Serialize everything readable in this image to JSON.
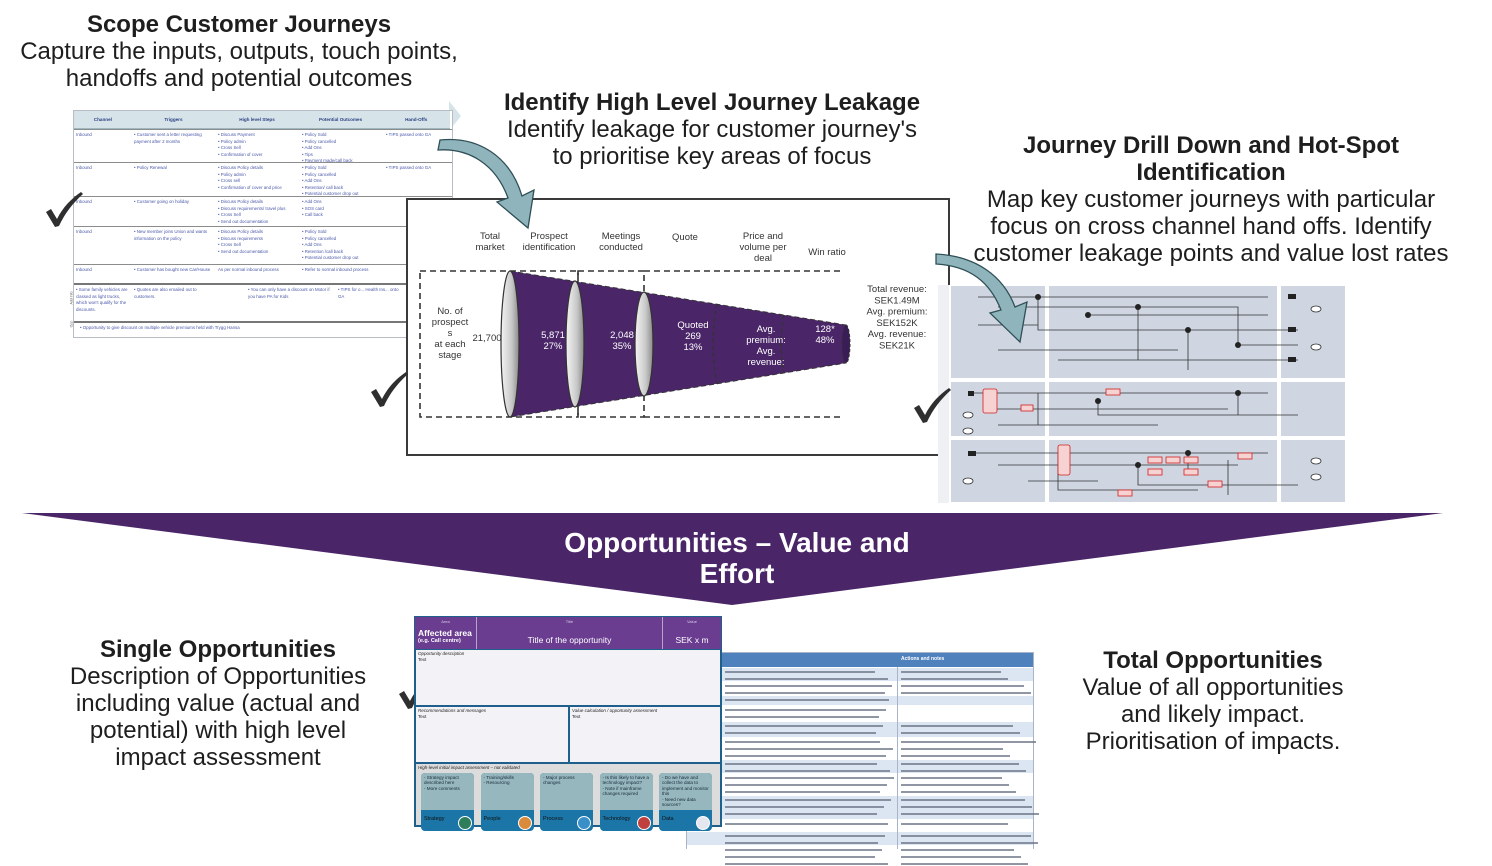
{
  "scope": {
    "title": "Scope Customer Journeys",
    "subtitle": "Capture the inputs, outputs, touch points, handoffs and potential outcomes"
  },
  "journey_table": {
    "headers": [
      "Channel",
      "Triggers",
      "High level Steps",
      "Potential Outcomes",
      "Hand-Offs"
    ],
    "rows": [
      [
        "Inbound",
        "• Customer sent a letter requesting payment after 2 months",
        "• Discuss Payment\n• Policy admin\n• Cross Sell\n• Confirmation of cover",
        "• Policy Sold\n• Policy cancelled\n• Add Ons\n• Tips\n• Payment made/call back",
        "• TIPS passed onto GA"
      ],
      [
        "Inbound",
        "• Policy Renewal",
        "• Discuss Policy details\n• Policy admin\n• Cross sell\n• Confirmation of cover and price",
        "• Policy Sold\n• Policy cancelled\n• Add Ons\n• Retention/ call back\n• Potential customer drop out",
        "• TIPS passed onto GA"
      ],
      [
        "Inbound",
        "• Customer going on holiday",
        "• Discuss Policy details\n• Discuss requirements/ travel plus\n• Cross Sell\n• Send out documentation",
        "• Add Ons\n• SOS card\n• Call back",
        ""
      ],
      [
        "Inbound",
        "• New member joins Union and wants information on the policy",
        "• Discuss Policy details\n• Discuss requirements\n• Cross Sell\n• Send out documentation",
        "• Policy Sold\n• Policy cancelled\n• Add Ons\n• Retention /call back\n• Potential customer drop out",
        ""
      ],
      [
        "Inbound",
        "• Customer has bought new Car/House",
        "As per normal inbound process",
        "• Refer to normal inbound process",
        ""
      ],
      [
        "• Some family vehicles are classed as light trucks, which won't qualify for the discounts.",
        "• Quotes are also emailed out to customers.",
        "",
        "• You can only have a discount on Motor if you have PA for Kids",
        "• TIPS for o... Health Ins... onto GA"
      ]
    ],
    "opportunity_row": "• Opportunity to give discount on multiple vehicle premiums held with Trygg Hansa",
    "side_labels": [
      "Add Info",
      "Opp"
    ]
  },
  "leakage": {
    "title": "Identify High Level Journey Leakage",
    "subtitle": "Identify leakage for customer journey's to prioritise key areas of focus"
  },
  "funnel": {
    "stage_labels": [
      "Total market",
      "Prospect identification",
      "Meetings conducted",
      "Quote",
      "Price and volume per deal",
      "Win ratio"
    ],
    "row_label": "No. of prospect s at each stage",
    "total": "21,700",
    "stages": [
      {
        "lines": [
          "5,871",
          "27%"
        ]
      },
      {
        "lines": [
          "2,048",
          "35%"
        ]
      },
      {
        "lines": [
          "Quoted",
          "269",
          "13%"
        ]
      },
      {
        "lines": [
          "Avg.",
          "premium:",
          "Avg.",
          "revenue:"
        ]
      },
      {
        "lines": [
          "128*",
          "48%"
        ]
      }
    ],
    "summary": [
      "Total revenue:",
      "SEK1.49M",
      "Avg. premium:",
      "SEK152K",
      "Avg. revenue:",
      "SEK21K"
    ],
    "color": "#4a2668"
  },
  "drilldown": {
    "title": "Journey Drill Down and Hot-Spot Identification",
    "subtitle": "Map key customer journeys with particular focus on cross channel hand offs. Identify customer leakage points and value lost rates"
  },
  "banner": {
    "title": "Opportunities – Value and Effort",
    "color": "#4a2668"
  },
  "single": {
    "title": "Single Opportunities",
    "subtitle": "Description of Opportunities including value (actual and potential) with high level impact assessment"
  },
  "template": {
    "area_label": "Area",
    "area_value": "Affected area",
    "area_note": "(e.g. Call centre)",
    "title_label": "Title",
    "title_value": "Title of the opportunity",
    "value_label": "Value",
    "value_value": "SEK x m",
    "description_label": "Opportunity description",
    "recommendations_label": "Recommendations and messages",
    "valuecalc_label": "Value calculation / opportunity assessment",
    "text_placeholder": "Text",
    "impact_label": "High-level initial impact assessment – not validated",
    "impacts": [
      {
        "name": "Strategy",
        "text": "- Strategy impact described here\n- More comments",
        "icon": "strategy-icon"
      },
      {
        "name": "People",
        "text": "- Training/skills\n- Resourcing",
        "icon": "people-icon"
      },
      {
        "name": "Process",
        "text": "- Major process changes",
        "icon": "process-icon"
      },
      {
        "name": "Technology",
        "text": "- Is this likely to have a technology impact?\n- Note if mainframe changes required",
        "icon": "technology-icon"
      },
      {
        "name": "Data",
        "text": "- Do we have and collect the data to implement and monitor this\n- Need new data sources?",
        "icon": "data-icon"
      }
    ]
  },
  "total_table": {
    "headers": [
      "",
      "Actions and notes"
    ],
    "header_color": "#4f81bd"
  },
  "total": {
    "title": "Total Opportunities",
    "subtitle": "Value of all opportunities and likely impact. Prioritisation of impacts."
  },
  "colors": {
    "arrow": "#8fb4bb",
    "purple": "#4a2668",
    "check": "#333333"
  }
}
